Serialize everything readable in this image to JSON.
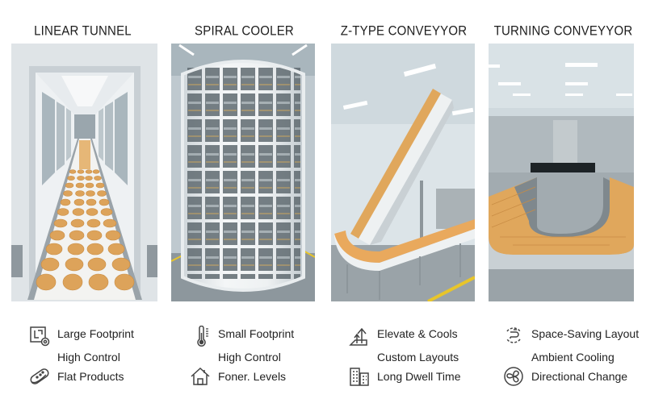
{
  "columns": [
    {
      "title": "LINEAR TUNNEL",
      "image_alt": "Linear tunnel cooler with cookies on a white belt",
      "features": [
        {
          "icon": "floorplan-gear-icon",
          "label": "Large Footprint"
        },
        {
          "icon": null,
          "label": "High Control"
        },
        {
          "icon": "biscuit-icon",
          "label": "Flat Products"
        }
      ]
    },
    {
      "title": "SPIRAL COOLER",
      "image_alt": "Cylindrical spiral cooler with glass window grid",
      "features": [
        {
          "icon": "thermometer-icon",
          "label": "Small Footprint"
        },
        {
          "icon": null,
          "label": "High Control"
        },
        {
          "icon": "house-icon",
          "label": "Foner. Levels"
        }
      ]
    },
    {
      "title": "Z-TYPE CONVEYYOR",
      "image_alt": "Inclined Z-type conveyor carrying biscuits",
      "features": [
        {
          "icon": "elevate-arrow-icon",
          "label": "Elevate & Cools"
        },
        {
          "icon": null,
          "label": "Custom Layouts"
        },
        {
          "icon": "buildings-icon",
          "label": "Long Dwell Time"
        }
      ]
    },
    {
      "title": "TURNING CONVEYYOR",
      "image_alt": "U-shaped turning conveyor loaded with biscuits",
      "features": [
        {
          "icon": "spiral-cycle-icon",
          "label": "Space-Saving Layout"
        },
        {
          "icon": null,
          "label": "Ambient Cooling"
        },
        {
          "icon": "fan-icon",
          "label": "Directional Change"
        }
      ]
    }
  ],
  "colors": {
    "biscuit": "#e0a75c",
    "belt": "#f4f4f2",
    "steel": "#b9c2c8",
    "ceiling": "#dfe6ea",
    "floor_line": "#e8c52a",
    "text": "#222222"
  }
}
